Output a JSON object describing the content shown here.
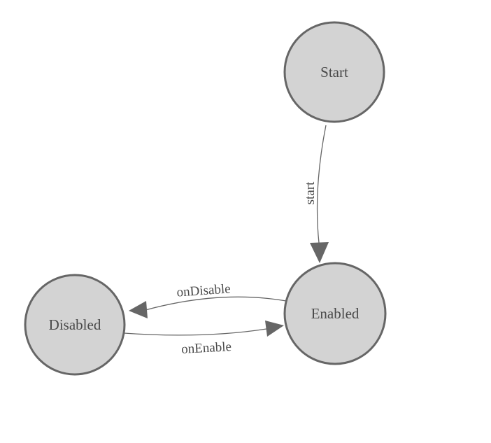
{
  "diagram": {
    "kind": "state-machine-diagram",
    "background_color": "#ffffff",
    "node_fill_color": "#d3d3d3",
    "node_border_color": "#666666",
    "edge_color": "#666666",
    "label_color": "#4a4a4a",
    "nodes": [
      {
        "id": "start",
        "label": "Start"
      },
      {
        "id": "enabled",
        "label": "Enabled"
      },
      {
        "id": "disabled",
        "label": "Disabled"
      }
    ],
    "edges": [
      {
        "id": "start-to-enabled",
        "label": "start",
        "from": "Start",
        "to": "Enabled"
      },
      {
        "id": "enabled-to-disabled",
        "label": "onDisable",
        "from": "Enabled",
        "to": "Disabled"
      },
      {
        "id": "disabled-to-enabled",
        "label": "onEnable",
        "from": "Disabled",
        "to": "Enabled"
      }
    ]
  }
}
